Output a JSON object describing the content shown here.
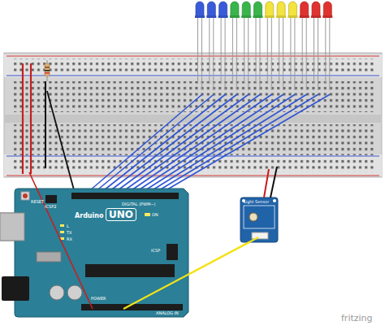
{
  "diagram": {
    "nodes": [
      {
        "text": [
          "UNO",
          "Arduino"
        ]
      },
      {
        "text": [
          "Light Sensor"
        ]
      }
    ],
    "edges": [
      {
        "from": 0,
        "to": 1,
        "arrow": "none"
      }
    ],
    "labels": [
      "RESET",
      "ICSP2",
      "L",
      "TX",
      "RX",
      "ON",
      "DIGITAL (PWM~)",
      "ICSP",
      "POWER",
      "ANALOG IN",
      "fritzing"
    ]
  }
}
